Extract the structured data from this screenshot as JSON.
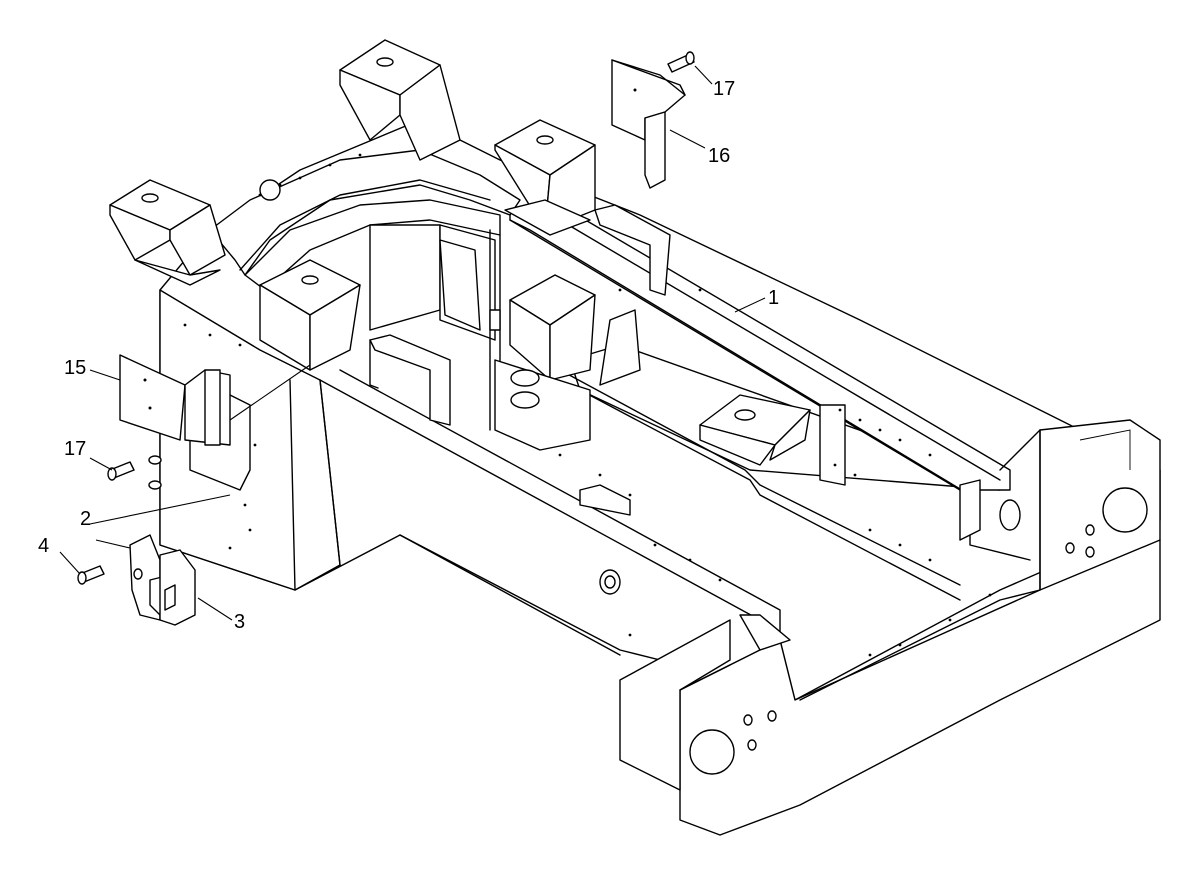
{
  "callouts": [
    {
      "id": "1",
      "text": "1"
    },
    {
      "id": "2",
      "text": "2"
    },
    {
      "id": "3",
      "text": "3"
    },
    {
      "id": "4",
      "text": "4"
    },
    {
      "id": "15",
      "text": "15"
    },
    {
      "id": "16",
      "text": "16"
    },
    {
      "id": "17a",
      "text": "17"
    },
    {
      "id": "17b",
      "text": "17"
    }
  ],
  "colors": {
    "line": "#000000",
    "background": "#ffffff"
  }
}
